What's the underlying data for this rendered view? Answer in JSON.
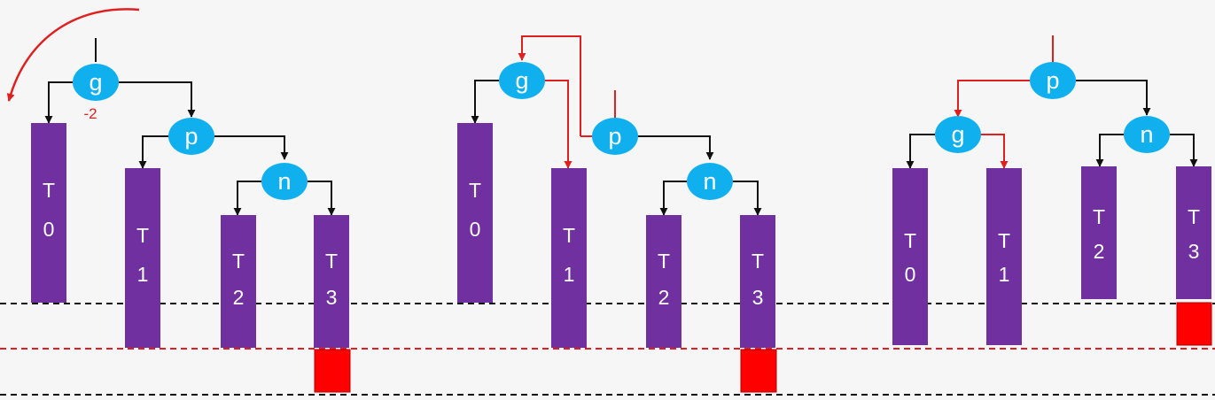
{
  "colors": {
    "background": "#f6f6f6",
    "node_fill": "#10b0ef",
    "subtree_fill": "#7030a0",
    "black_edge": "#111111",
    "red_edge": "#e02020",
    "red_block": "#ff0000",
    "red_dashed": "#e02020",
    "black_dashed": "#111111"
  },
  "panels": [
    {
      "id": "before",
      "balance_factor": "-2",
      "nodes": [
        {
          "id": "g",
          "label": "g"
        },
        {
          "id": "p",
          "label": "p"
        },
        {
          "id": "n",
          "label": "n"
        }
      ],
      "subtrees": [
        {
          "id": "T0",
          "letter": "T",
          "digit": "0"
        },
        {
          "id": "T1",
          "letter": "T",
          "digit": "1"
        },
        {
          "id": "T2",
          "letter": "T",
          "digit": "2"
        },
        {
          "id": "T3",
          "letter": "T",
          "digit": "3"
        }
      ]
    },
    {
      "id": "during",
      "nodes": [
        {
          "id": "g",
          "label": "g"
        },
        {
          "id": "p",
          "label": "p"
        },
        {
          "id": "n",
          "label": "n"
        }
      ],
      "subtrees": [
        {
          "id": "T0",
          "letter": "T",
          "digit": "0"
        },
        {
          "id": "T1",
          "letter": "T",
          "digit": "1"
        },
        {
          "id": "T2",
          "letter": "T",
          "digit": "2"
        },
        {
          "id": "T3",
          "letter": "T",
          "digit": "3"
        }
      ]
    },
    {
      "id": "after",
      "nodes": [
        {
          "id": "p",
          "label": "p"
        },
        {
          "id": "g",
          "label": "g"
        },
        {
          "id": "n",
          "label": "n"
        }
      ],
      "subtrees": [
        {
          "id": "T0",
          "letter": "T",
          "digit": "0"
        },
        {
          "id": "T1",
          "letter": "T",
          "digit": "1"
        },
        {
          "id": "T2",
          "letter": "T",
          "digit": "2"
        },
        {
          "id": "T3",
          "letter": "T",
          "digit": "3"
        }
      ]
    }
  ]
}
